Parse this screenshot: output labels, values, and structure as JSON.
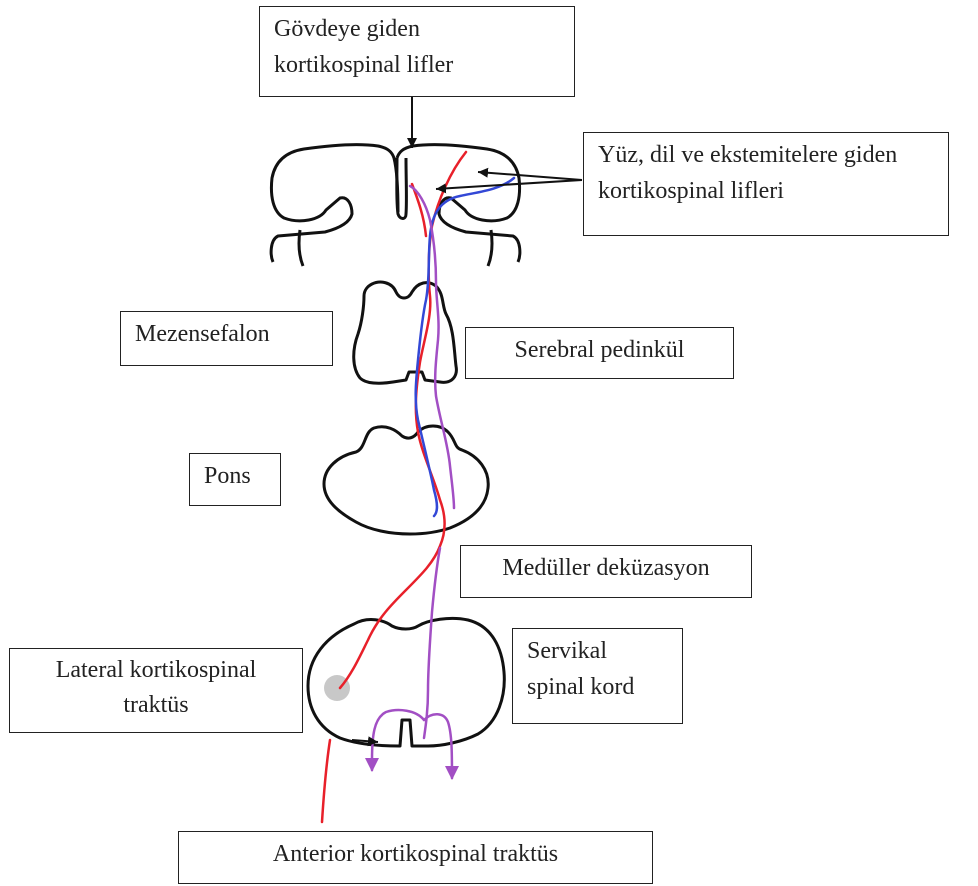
{
  "labels": {
    "govde": {
      "line1": "Gövdeye giden",
      "line2": "kortikospinal lifler"
    },
    "yuz": {
      "line1": "Yüz, dil ve ekstemitelere giden",
      "line2": "kortikospinal lifleri"
    },
    "mezensefalon": "Mezensefalon",
    "serebral": "Serebral pedinkül",
    "pons": "Pons",
    "medulla": "Medüller deküzasyon",
    "lateral": {
      "line1": "Lateral kortikospinal",
      "line2": "traktüs"
    },
    "servikal": {
      "line1": "Servikal",
      "line2": "spinal kord"
    },
    "anterior": "Anterior kortikospinal traktüs"
  },
  "colors": {
    "outline": "#111111",
    "red_tract": "#e8202a",
    "blue_tract": "#3348d6",
    "purple_tract": "#a24fc4",
    "lateral_tract_dot": "#c8c8c8"
  }
}
